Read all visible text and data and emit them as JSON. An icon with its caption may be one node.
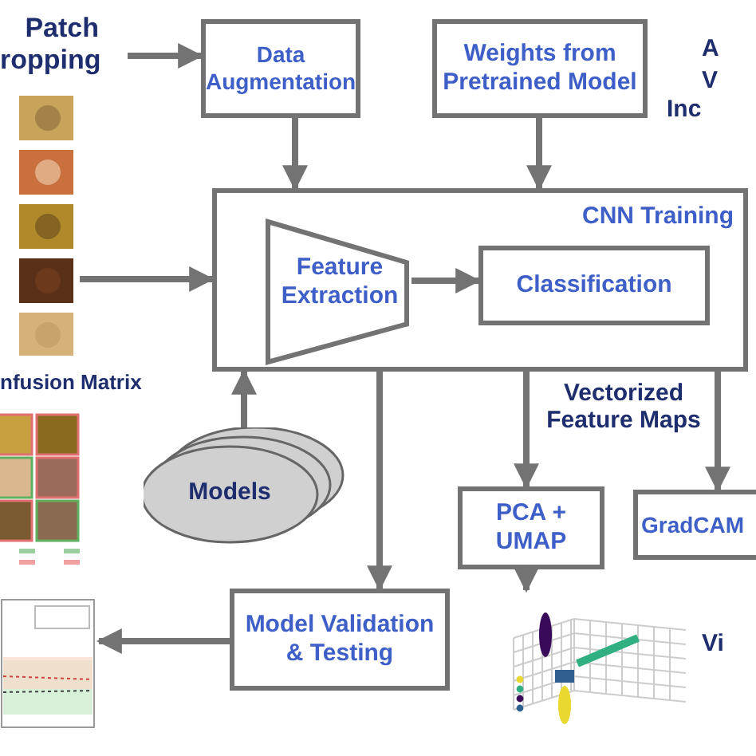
{
  "diagram": {
    "nodes": [
      {
        "text": [
          "Patch ropping"
        ]
      },
      {
        "text": [],
        "shape": "picture"
      },
      {
        "text": [
          "Data Augmentation"
        ]
      },
      {
        "text": [
          "Weights from Pretrained Model"
        ]
      },
      {
        "text": [
          "CNN Training"
        ]
      },
      {
        "text": [
          "Feature Extraction"
        ],
        "in": 4
      },
      {
        "text": [
          "Classification"
        ],
        "in": 4
      },
      {
        "text": [
          "Models"
        ]
      },
      {
        "text": [
          "PCA + UMAP"
        ]
      },
      {
        "text": [
          "GradCAM"
        ]
      },
      {
        "text": [
          "Model Validation & Testing"
        ]
      },
      {
        "text": [
          "nfusion Matrix"
        ]
      },
      {
        "text": [],
        "shape": "picture"
      },
      {
        "text": [],
        "shape": "picture"
      }
    ],
    "edges": [
      {
        "from": 0,
        "to": 2,
        "arrow": "to"
      },
      {
        "from": 1,
        "to": 4,
        "arrow": "to"
      },
      {
        "from": 2,
        "to": 4,
        "arrow": "to"
      },
      {
        "from": 3,
        "to": 4,
        "arrow": "to"
      },
      {
        "from": 5,
        "to": 6,
        "arrow": "to"
      },
      {
        "from": 7,
        "to": 4,
        "arrow": "to"
      },
      {
        "from": 4,
        "to": 8,
        "arrow": "to"
      },
      {
        "from": 4,
        "to": 9,
        "arrow": "to"
      },
      {
        "from": 4,
        "to": 10,
        "arrow": "to"
      },
      {
        "from": 8,
        "to": 13,
        "arrow": "to"
      },
      {
        "from": 10,
        "to": 12,
        "arrow": "to"
      }
    ],
    "labels": [
      "A",
      "V",
      "Inc",
      "Vectorized Feature Maps",
      "Vi"
    ]
  }
}
